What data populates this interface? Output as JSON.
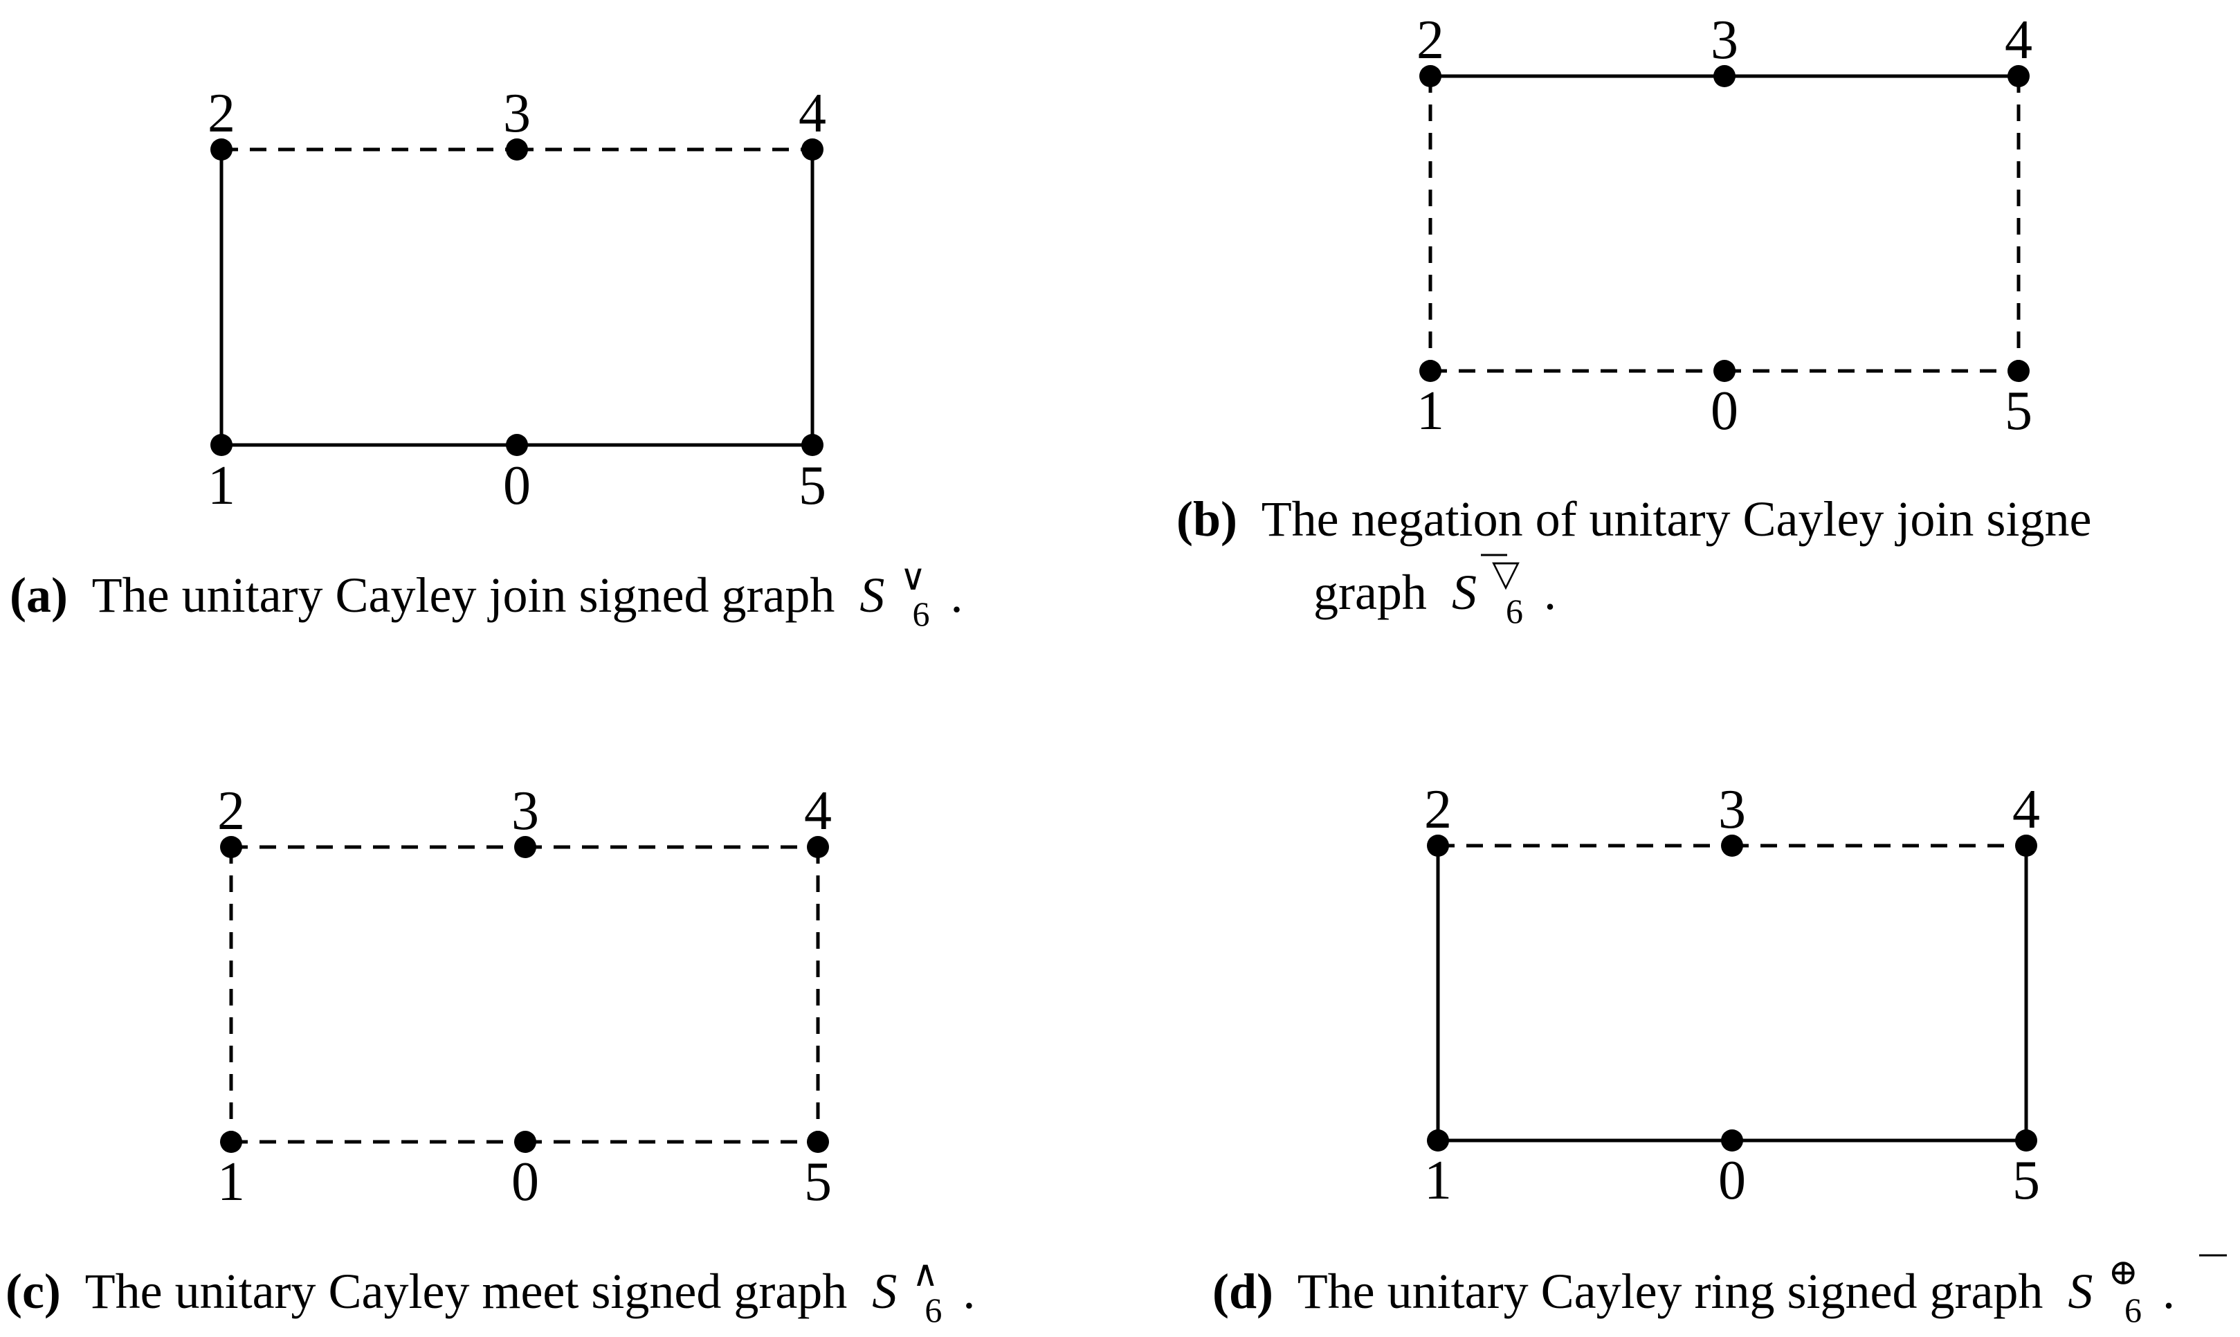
{
  "panels": [
    {
      "id": "a",
      "caption": {
        "tag": "(a)",
        "text": "The unitary Cayley join signed graph",
        "symbol": "S",
        "subscript": "6",
        "superscript": "∨",
        "end": "."
      },
      "nodes": [
        {
          "label": "2",
          "side": "top"
        },
        {
          "label": "3",
          "side": "top"
        },
        {
          "label": "4",
          "side": "top"
        },
        {
          "label": "1",
          "side": "bottom"
        },
        {
          "label": "0",
          "side": "bottom"
        },
        {
          "label": "5",
          "side": "bottom"
        }
      ],
      "edges": {
        "top": "negative",
        "bottom": "positive",
        "left": "positive",
        "right": "positive"
      }
    },
    {
      "id": "b",
      "caption": {
        "tag": "(b)",
        "text": "The negation of unitary Cayley join signe",
        "text2": "graph",
        "symbol": "S",
        "subscript": "6",
        "superscript": "▽",
        "end": "."
      },
      "nodes": [
        {
          "label": "2",
          "side": "top"
        },
        {
          "label": "3",
          "side": "top"
        },
        {
          "label": "4",
          "side": "top"
        },
        {
          "label": "1",
          "side": "bottom"
        },
        {
          "label": "0",
          "side": "bottom"
        },
        {
          "label": "5",
          "side": "bottom"
        }
      ],
      "edges": {
        "top": "positive",
        "bottom": "negative",
        "left": "negative",
        "right": "negative"
      }
    },
    {
      "id": "c",
      "caption": {
        "tag": "(c)",
        "text": "The unitary Cayley meet signed graph",
        "symbol": "S",
        "subscript": "6",
        "superscript": "∧",
        "end": "."
      },
      "nodes": [
        {
          "label": "2",
          "side": "top"
        },
        {
          "label": "3",
          "side": "top"
        },
        {
          "label": "4",
          "side": "top"
        },
        {
          "label": "1",
          "side": "bottom"
        },
        {
          "label": "0",
          "side": "bottom"
        },
        {
          "label": "5",
          "side": "bottom"
        }
      ],
      "edges": {
        "top": "negative",
        "bottom": "negative",
        "left": "negative",
        "right": "negative"
      }
    },
    {
      "id": "d",
      "caption": {
        "tag": "(d)",
        "text": "The unitary Cayley ring signed graph",
        "symbol": "S",
        "subscript": "6",
        "superscript": "⊕",
        "end": "."
      },
      "nodes": [
        {
          "label": "2",
          "side": "top"
        },
        {
          "label": "3",
          "side": "top"
        },
        {
          "label": "4",
          "side": "top"
        },
        {
          "label": "1",
          "side": "bottom"
        },
        {
          "label": "0",
          "side": "bottom"
        },
        {
          "label": "5",
          "side": "bottom"
        }
      ],
      "edges": {
        "top": "negative",
        "bottom": "positive",
        "left": "positive",
        "right": "positive"
      }
    }
  ]
}
